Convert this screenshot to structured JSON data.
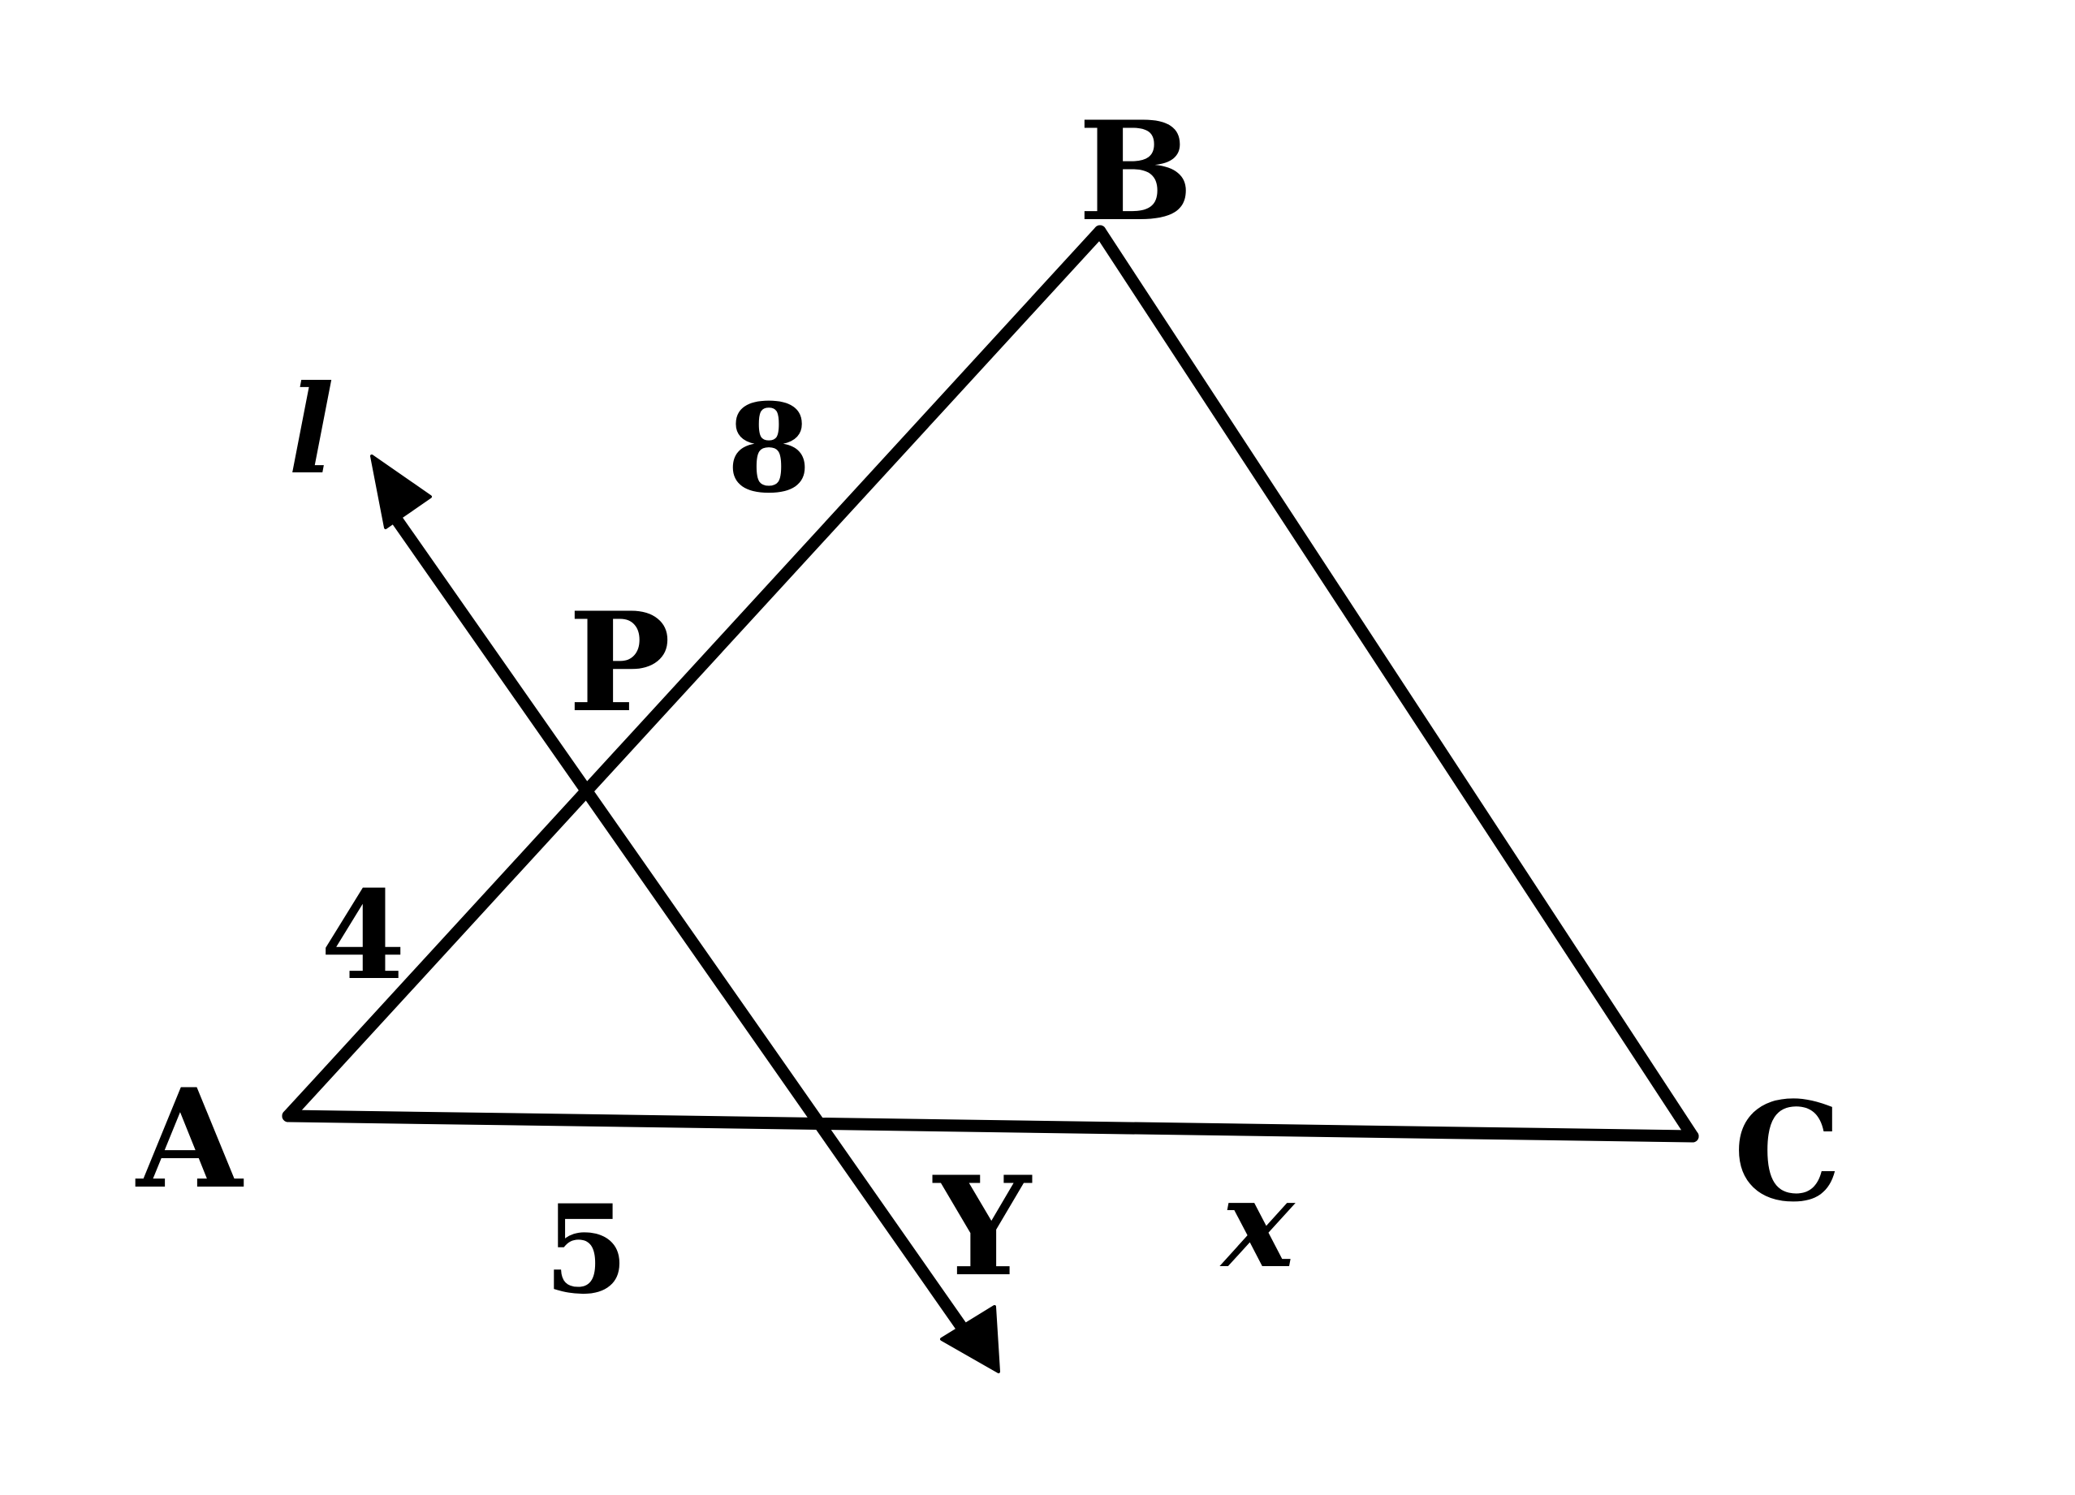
{
  "labels": {
    "vertex_a": "A",
    "vertex_b": "B",
    "vertex_c": "C",
    "point_p": "P",
    "point_y": "Y",
    "line_l": "l",
    "len_ap": "4",
    "len_pb": "8",
    "len_ay": "5",
    "len_yc": "x"
  },
  "colors": {
    "stroke": "#000000",
    "background": "#ffffff"
  }
}
